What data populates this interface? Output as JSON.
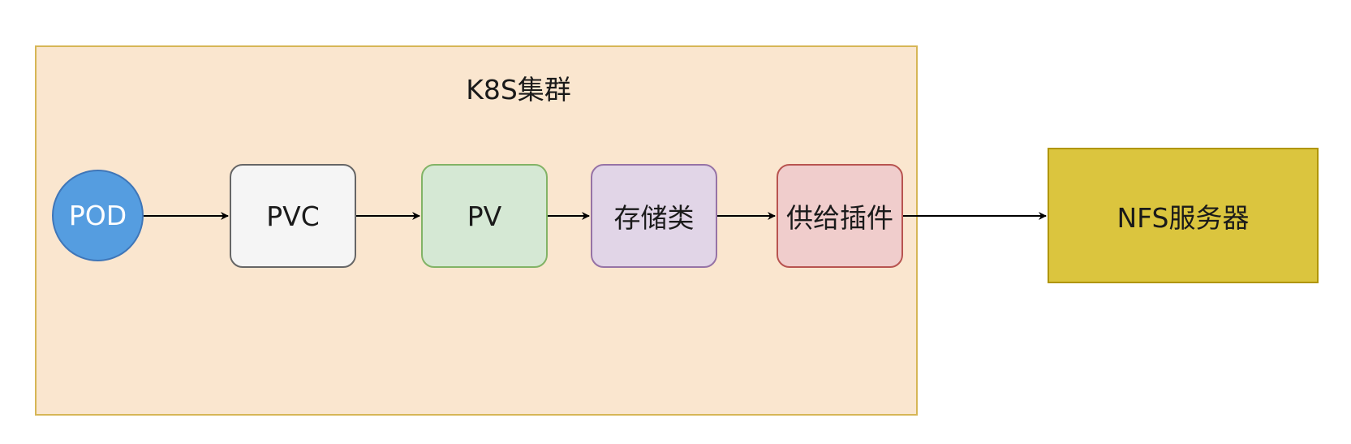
{
  "cluster": {
    "title": "K8S集群"
  },
  "nodes": {
    "pod": "POD",
    "pvc": "PVC",
    "pv": "PV",
    "storage_class": "存储类",
    "provisioner": "供给插件",
    "nfs_server": "NFS服务器"
  },
  "edges": [
    {
      "from": "pod",
      "to": "pvc"
    },
    {
      "from": "pvc",
      "to": "pv"
    },
    {
      "from": "pv",
      "to": "storage_class"
    },
    {
      "from": "storage_class",
      "to": "provisioner"
    },
    {
      "from": "provisioner",
      "to": "nfs_server"
    }
  ],
  "colors": {
    "cluster_fill": "#fae6cf",
    "cluster_border": "#d6b656",
    "pod_fill": "#559de0",
    "pvc_fill": "#f5f5f5",
    "pv_fill": "#d5e8d4",
    "storage_class_fill": "#e1d5e7",
    "provisioner_fill": "#f0cdcc",
    "nfs_fill": "#dbc53e"
  }
}
